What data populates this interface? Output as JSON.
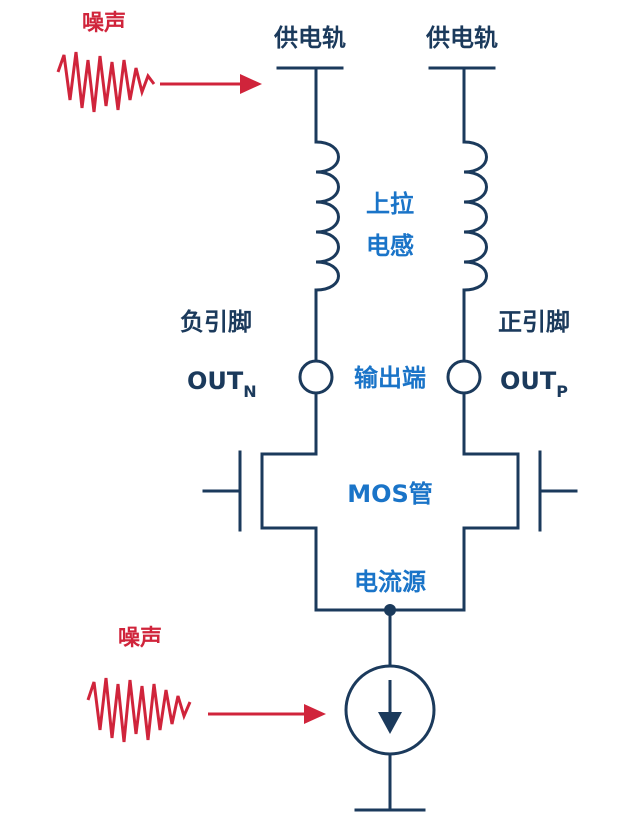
{
  "labels": {
    "noise_top": "噪声",
    "noise_bottom": "噪声",
    "rail_left": "供电轨",
    "rail_right": "供电轨",
    "inductor_line1": "上拉",
    "inductor_line2": "电感",
    "neg_pin": "负引脚",
    "pos_pin": "正引脚",
    "out_n_main": "OUT",
    "out_n_sub": "N",
    "out_p_main": "OUT",
    "out_p_sub": "P",
    "output_port": "输出端",
    "mos": "MOS管",
    "current_source": "电流源"
  },
  "colors": {
    "wire": "#1b3a5c",
    "accent_blue": "#1a74c8",
    "noise_red": "#d0243b"
  }
}
